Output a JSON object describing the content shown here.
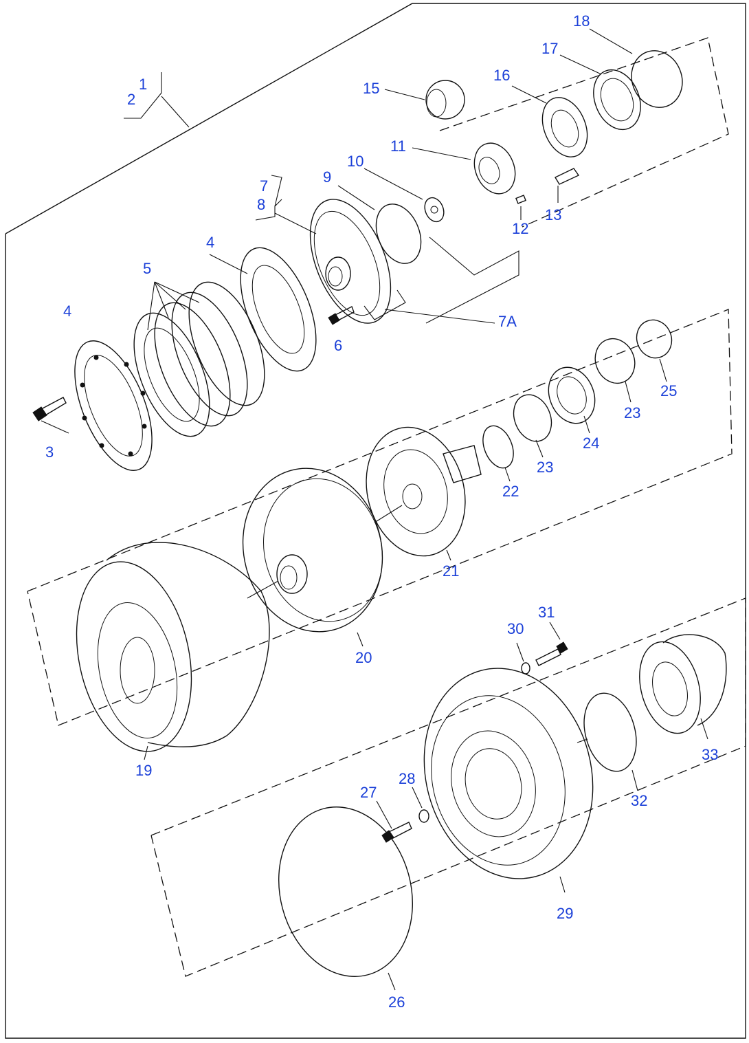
{
  "labels": {
    "p1": "1",
    "p2": "2",
    "p3": "3",
    "p4a": "4",
    "p4b": "4",
    "p5": "5",
    "p6": "6",
    "p7": "7",
    "p7a": "7A",
    "p8": "8",
    "p9": "9",
    "p10": "10",
    "p11": "11",
    "p12": "12",
    "p13": "13",
    "p15": "15",
    "p16": "16",
    "p17": "17",
    "p18": "18",
    "p19": "19",
    "p20": "20",
    "p21": "21",
    "p22": "22",
    "p23a": "23",
    "p23b": "23",
    "p24": "24",
    "p25": "25",
    "p26": "26",
    "p27": "27",
    "p28": "28",
    "p29": "29",
    "p30": "30",
    "p31": "31",
    "p32": "32",
    "p33": "33"
  },
  "colors": {
    "label": "#1a3fd8",
    "line": "#111111",
    "background": "#ffffff"
  }
}
